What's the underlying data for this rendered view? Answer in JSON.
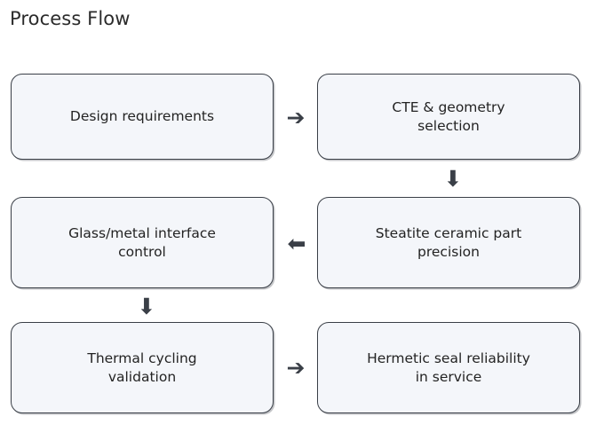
{
  "page": {
    "title": "Process Flow",
    "background_color": "#ffffff",
    "title_color": "#2b2b2b"
  },
  "diagram": {
    "type": "flowchart",
    "node_fill_color": "#f4f6fa",
    "node_border_color": "#3a3f47",
    "arrow_color": "#3a3f47",
    "nodes": [
      {
        "id": "design-requirements",
        "label": "Design requirements",
        "row": 1,
        "column": "left"
      },
      {
        "id": "cte-geometry-selection",
        "label": "CTE & geometry\nselection",
        "row": 1,
        "column": "right"
      },
      {
        "id": "glass-metal-interface",
        "label": "Glass/metal interface\ncontrol",
        "row": 2,
        "column": "left"
      },
      {
        "id": "steatite-ceramic-part",
        "label": "Steatite ceramic part\nprecision",
        "row": 2,
        "column": "right"
      },
      {
        "id": "thermal-cycling-validation",
        "label": "Thermal cycling\nvalidation",
        "row": 3,
        "column": "left"
      },
      {
        "id": "hermetic-seal-reliability",
        "label": "Hermetic seal reliability\nin service",
        "row": 3,
        "column": "right"
      }
    ],
    "arrows": [
      {
        "id": "arrow-design-to-cte",
        "glyph": "➔",
        "direction": "right",
        "from": "design-requirements",
        "to": "cte-geometry-selection"
      },
      {
        "id": "arrow-cte-to-steatite",
        "glyph": "⬇",
        "direction": "down",
        "from": "cte-geometry-selection",
        "to": "steatite-ceramic-part"
      },
      {
        "id": "arrow-steatite-to-glass",
        "glyph": "⬅",
        "direction": "left",
        "from": "steatite-ceramic-part",
        "to": "glass-metal-interface"
      },
      {
        "id": "arrow-glass-to-thermal",
        "glyph": "⬇",
        "direction": "down",
        "from": "glass-metal-interface",
        "to": "thermal-cycling-validation"
      },
      {
        "id": "arrow-thermal-to-hermetic",
        "glyph": "➔",
        "direction": "right",
        "from": "thermal-cycling-validation",
        "to": "hermetic-seal-reliability"
      }
    ]
  }
}
